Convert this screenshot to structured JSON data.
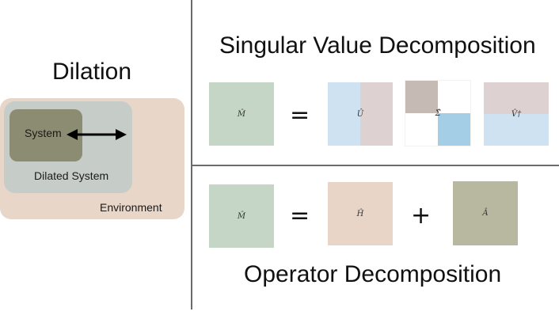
{
  "titles": {
    "dilation": "Dilation",
    "svd": "Singular Value Decomposition",
    "operator": "Operator Decomposition"
  },
  "dilation_diagram": {
    "system": "System",
    "dilated_system": "Dilated System",
    "environment": "Environment"
  },
  "svd_row": {
    "m": "M̂",
    "equals": "=",
    "u": "Û",
    "sigma": "Σ̂",
    "v": "V̂†"
  },
  "operator_row": {
    "m": "M̂",
    "equals": "=",
    "h": "Ĥ",
    "plus": "+",
    "a": "Â"
  },
  "colors": {
    "environment": "#e8d6c8",
    "dilated_system": "#c6cdc8",
    "system": "#8c8c72",
    "m_block": "#c5d6c6",
    "light_blue": "#cfe2f2",
    "mauve": "#ddd2d1",
    "sigma_dark": "#c6bab5",
    "sigma_blue": "#a4cde6",
    "h_block": "#e8d5c7",
    "a_block": "#b8b8a1"
  }
}
